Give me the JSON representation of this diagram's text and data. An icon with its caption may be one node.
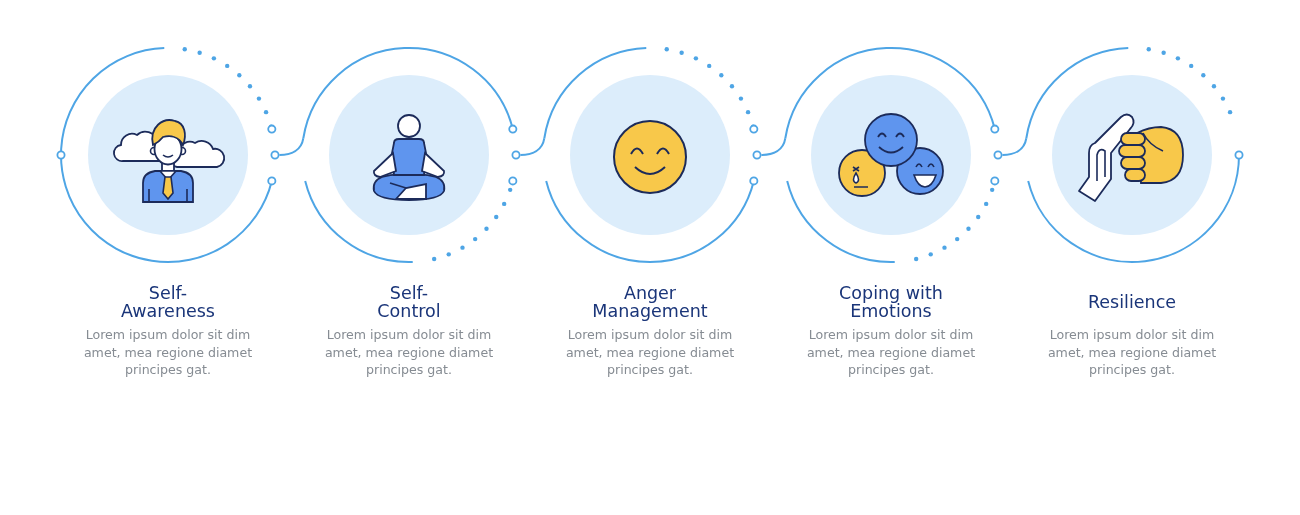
{
  "diagram": {
    "nodes": [
      {
        "text": [
          "Self-Awareness",
          "Lorem ipsum dolor sit dim amet, mea regione diamet principes gat."
        ]
      },
      {
        "text": [
          "Self-Control",
          "Lorem ipsum dolor sit dim amet, mea regione diamet principes gat."
        ]
      },
      {
        "text": [
          "Anger Management",
          "Lorem ipsum dolor sit dim amet, mea regione diamet principes gat."
        ]
      },
      {
        "text": [
          "Coping with Emotions",
          "Lorem ipsum dolor sit dim amet, mea regione diamet principes gat."
        ]
      },
      {
        "text": [
          "Resilience",
          "Lorem ipsum dolor sit dim amet, mea regione diamet principes gat."
        ]
      }
    ],
    "edges": [
      {
        "from": 0,
        "to": 1,
        "arrow": "none"
      },
      {
        "from": 1,
        "to": 2,
        "arrow": "none"
      },
      {
        "from": 2,
        "to": 3,
        "arrow": "none"
      },
      {
        "from": 3,
        "to": 4,
        "arrow": "none"
      }
    ]
  }
}
